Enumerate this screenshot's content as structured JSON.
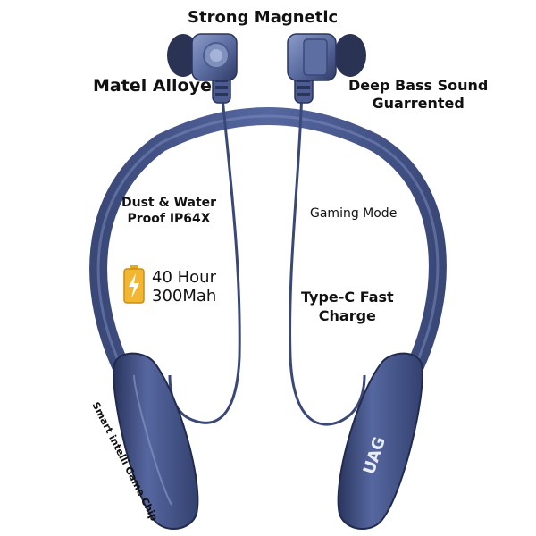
{
  "features": {
    "strong_magnetic": "Strong Magnetic",
    "metal_alloy": "Matel Alloye",
    "deep_bass_line1": "Deep Bass Sound",
    "deep_bass_line2": "Guarrented",
    "dust_water_line1": "Dust & Water",
    "dust_water_line2": "Proof IP64X",
    "gaming_mode": "Gaming Mode",
    "battery_line1": "40 Hour",
    "battery_line2": "300Mah",
    "typec_line1": "Type-C Fast",
    "typec_line2": "Charge",
    "chip": "Smart intelli Game Chip"
  },
  "brand": {
    "logo_text": "UAG"
  },
  "icons": {
    "battery": "battery-charging-icon"
  },
  "colors": {
    "band": "#4a5a8c",
    "band_dark": "#2f3b66",
    "earbud": "#6e7fae",
    "battery_fill": "#f2b632",
    "text": "#111111"
  }
}
